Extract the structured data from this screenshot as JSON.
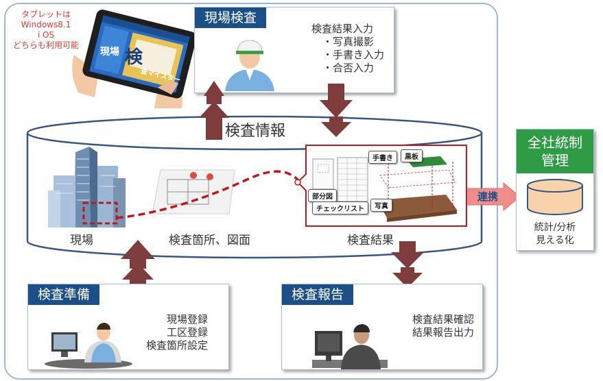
{
  "tablet_note": [
    "タブレットは",
    "Windows8.1",
    "i OS",
    "どちらも利用可能"
  ],
  "tablet_screen": {
    "line1": "現場",
    "big_char": "検",
    "line2": "査マイスター"
  },
  "field_inspection": {
    "title": "現場検査",
    "items": [
      "検査結果入力",
      "・写真撮影",
      "・手書き入力",
      "・合否入力"
    ]
  },
  "inspection_db": {
    "title": "検査情報",
    "labels": {
      "site": "現場",
      "locations": "検査箇所、図面",
      "results": "検査結果"
    },
    "callouts": {
      "handwriting": "手書き",
      "blackboard": "黒板",
      "partial": "部分図",
      "checklist": "チェックリスト",
      "photo": "写真"
    }
  },
  "link_label": "連携",
  "company_control": {
    "title_lines": [
      "全社統制",
      "管理"
    ],
    "desc_lines": [
      "統計/分析",
      "見える化"
    ]
  },
  "preparation": {
    "title": "検査準備",
    "items": [
      "現場登録",
      "工区登録",
      "検査箇所設定"
    ]
  },
  "report": {
    "title": "検査報告",
    "items": [
      "検査結果確認",
      "結果報告出力"
    ]
  },
  "colors": {
    "navy": "#1c4f88",
    "arrow": "#7e3d3d",
    "green": "#2e9b45",
    "red_dashed": "#c0171d",
    "frame": "#9cb7d6",
    "link_arrow": "#ef8c8c"
  }
}
